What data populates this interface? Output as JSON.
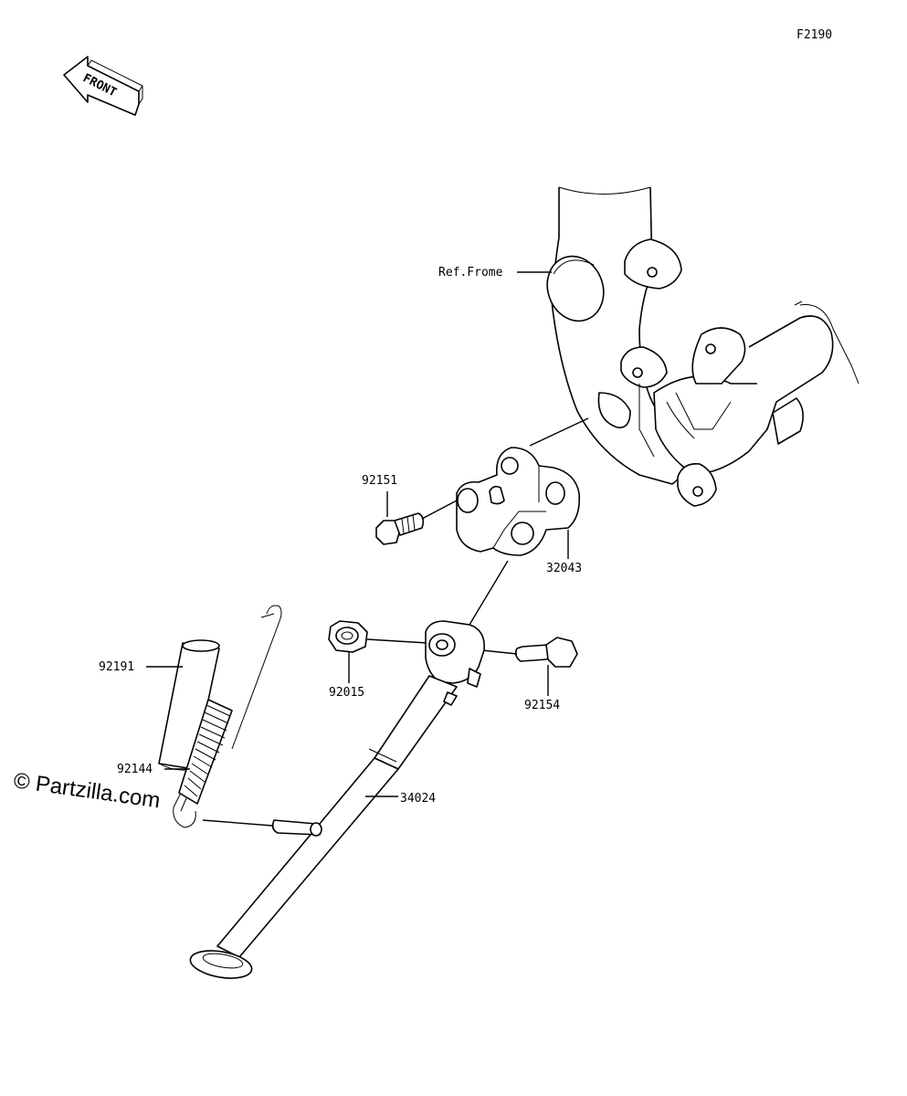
{
  "figure_code": "F2190",
  "front_arrow_label": "FRONT",
  "watermark": "© Partzilla.com",
  "ref_frame_label": "Ref.Frome",
  "parts": [
    {
      "id": "pin-bolt-92151",
      "label": "92151"
    },
    {
      "id": "bracket-32043",
      "label": "32043"
    },
    {
      "id": "collar-92191",
      "label": "92191"
    },
    {
      "id": "nut-92015",
      "label": "92015"
    },
    {
      "id": "bolt-92154",
      "label": "92154"
    },
    {
      "id": "spring-92144",
      "label": "92144"
    },
    {
      "id": "side-stand-34024",
      "label": "34024"
    }
  ]
}
